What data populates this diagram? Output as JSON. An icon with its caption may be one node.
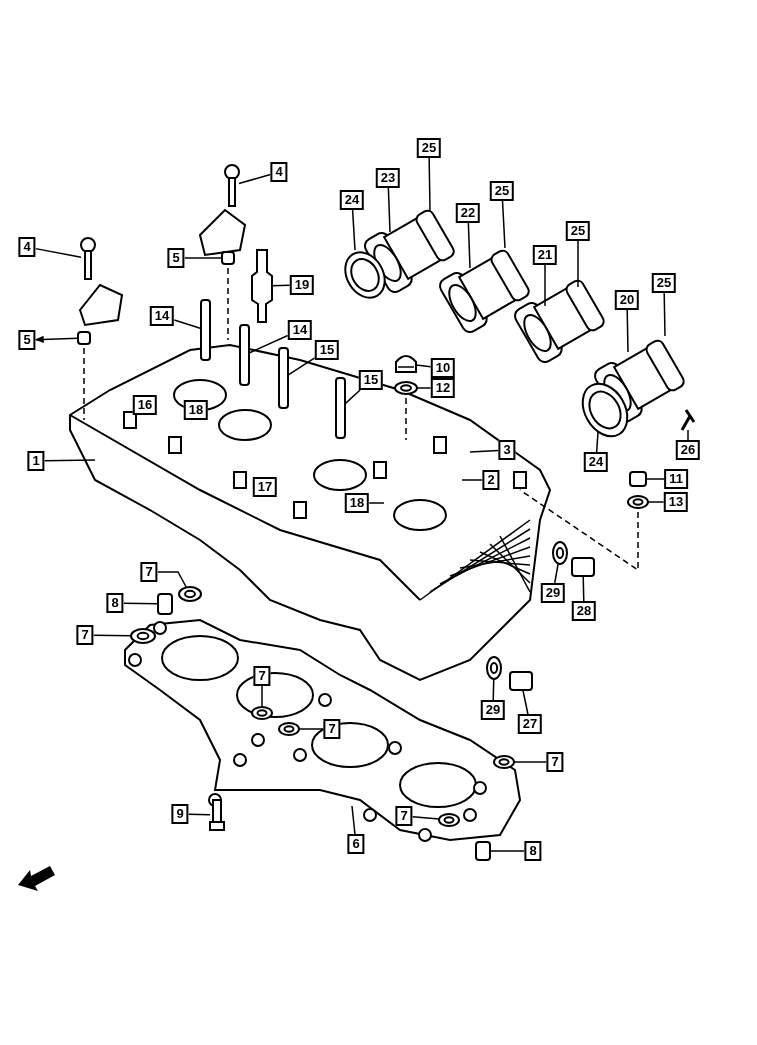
{
  "diagram": {
    "nodes": [
      {
        "text": [
          "4"
        ]
      },
      {
        "text": [
          "4"
        ]
      },
      {
        "text": [
          "5"
        ]
      },
      {
        "text": [
          "19"
        ]
      },
      {
        "text": [
          "14"
        ]
      },
      {
        "text": [
          "5"
        ]
      },
      {
        "text": [
          "14"
        ]
      },
      {
        "text": [
          "15"
        ]
      },
      {
        "text": [
          "15"
        ]
      },
      {
        "text": [
          "10"
        ]
      },
      {
        "text": [
          "12"
        ]
      },
      {
        "text": [
          "3"
        ]
      },
      {
        "text": [
          "2"
        ]
      },
      {
        "text": [
          "1"
        ]
      },
      {
        "text": [
          "18"
        ]
      },
      {
        "text": [
          "24"
        ]
      },
      {
        "text": [
          "23"
        ]
      },
      {
        "text": [
          "25"
        ]
      },
      {
        "text": [
          "22"
        ]
      },
      {
        "text": [
          "25"
        ]
      },
      {
        "text": [
          "21"
        ]
      },
      {
        "text": [
          "25"
        ]
      },
      {
        "text": [
          "20"
        ]
      },
      {
        "text": [
          "25"
        ]
      },
      {
        "text": [
          "24"
        ]
      },
      {
        "text": [
          "26"
        ]
      },
      {
        "text": [
          "11"
        ]
      },
      {
        "text": [
          "13"
        ]
      },
      {
        "text": [
          "7"
        ]
      },
      {
        "text": [
          "8"
        ]
      },
      {
        "text": [
          "7"
        ]
      },
      {
        "text": [
          "29"
        ]
      },
      {
        "text": [
          "28"
        ]
      },
      {
        "text": [
          "7"
        ]
      },
      {
        "text": [
          "7"
        ]
      },
      {
        "text": [
          "29"
        ]
      },
      {
        "text": [
          "27"
        ]
      },
      {
        "text": [
          "7"
        ]
      },
      {
        "text": [
          "9"
        ]
      },
      {
        "text": [
          "6"
        ]
      },
      {
        "text": [
          "7"
        ]
      },
      {
        "text": [
          "8"
        ]
      },
      {
        "text": [
          "16"
        ]
      },
      {
        "text": [
          "18"
        ]
      },
      {
        "text": [
          "17"
        ]
      },
      {
        "text": [],
        "shape": "picture"
      },
      {
        "text": [],
        "shape": "picture"
      },
      {
        "text": [],
        "shape": "box"
      },
      {
        "text": [],
        "shape": "picture"
      },
      {
        "text": [],
        "shape": "box"
      },
      {
        "text": [],
        "shape": "box"
      },
      {
        "text": [],
        "shape": "box"
      },
      {
        "text": [],
        "shape": "box"
      },
      {
        "text": [],
        "shape": "box"
      },
      {
        "text": [],
        "shape": "picture"
      },
      {
        "text": [],
        "shape": "picture"
      },
      {
        "text": [],
        "shape": "picture"
      },
      {
        "text": [],
        "shape": "box"
      },
      {
        "text": [],
        "shape": "picture"
      },
      {
        "text": [],
        "shape": "picture"
      },
      {
        "text": [],
        "shape": "box"
      },
      {
        "text": [],
        "shape": "picture"
      },
      {
        "text": [],
        "shape": "picture"
      },
      {
        "text": [],
        "shape": "box"
      },
      {
        "text": [],
        "shape": "picture"
      },
      {
        "text": [],
        "shape": "picture"
      },
      {
        "text": [],
        "shape": "picture"
      },
      {
        "text": [],
        "shape": "box"
      },
      {
        "text": [],
        "shape": "picture"
      },
      {
        "text": [],
        "shape": "picture"
      },
      {
        "text": [],
        "shape": "picture"
      },
      {
        "text": [],
        "shape": "box"
      }
    ],
    "edges": [
      {
        "from": 0,
        "to": 45,
        "arrow": "none"
      },
      {
        "from": 1,
        "to": 46,
        "arrow": "none"
      },
      {
        "from": 2,
        "to": 47,
        "arrow": "none"
      },
      {
        "from": 3,
        "to": 48,
        "arrow": "none"
      },
      {
        "from": 4,
        "to": 49,
        "arrow": "none"
      },
      {
        "from": 50,
        "to": 5,
        "arrow": "to"
      },
      {
        "from": 6,
        "to": 51,
        "arrow": "none"
      },
      {
        "from": 7,
        "to": 52,
        "arrow": "none"
      },
      {
        "from": 8,
        "to": 53,
        "arrow": "none"
      },
      {
        "from": 9,
        "to": 54,
        "arrow": "none"
      },
      {
        "from": 10,
        "to": 55,
        "arrow": "none"
      },
      {
        "from": 11,
        "to": null,
        "arrow": "none"
      },
      {
        "from": 12,
        "to": null,
        "arrow": "none"
      },
      {
        "from": 13,
        "to": null,
        "arrow": "none"
      },
      {
        "from": 14,
        "to": null,
        "arrow": "none"
      },
      {
        "from": 15,
        "to": null,
        "arrow": "none"
      },
      {
        "from": 16,
        "to": null,
        "arrow": "none"
      },
      {
        "from": 17,
        "to": null,
        "arrow": "none"
      },
      {
        "from": 18,
        "to": null,
        "arrow": "none"
      },
      {
        "from": 19,
        "to": null,
        "arrow": "none"
      },
      {
        "from": 20,
        "to": null,
        "arrow": "none"
      },
      {
        "from": 21,
        "to": null,
        "arrow": "none"
      },
      {
        "from": 22,
        "to": null,
        "arrow": "none"
      },
      {
        "from": 23,
        "to": null,
        "arrow": "none"
      },
      {
        "from": 24,
        "to": null,
        "arrow": "none"
      },
      {
        "from": 25,
        "to": 56,
        "arrow": "none"
      },
      {
        "from": 26,
        "to": 57,
        "arrow": "none"
      },
      {
        "from": 27,
        "to": 58,
        "arrow": "none"
      },
      {
        "from": 28,
        "to": 59,
        "arrow": "none"
      },
      {
        "from": 29,
        "to": 60,
        "arrow": "none"
      },
      {
        "from": 30,
        "to": 61,
        "arrow": "none"
      },
      {
        "from": 31,
        "to": 62,
        "arrow": "none"
      },
      {
        "from": 32,
        "to": 63,
        "arrow": "none"
      },
      {
        "from": 33,
        "to": 64,
        "arrow": "none"
      },
      {
        "from": 34,
        "to": 65,
        "arrow": "none"
      },
      {
        "from": 35,
        "to": 66,
        "arrow": "none"
      },
      {
        "from": 36,
        "to": 67,
        "arrow": "none"
      },
      {
        "from": 37,
        "to": 68,
        "arrow": "none"
      },
      {
        "from": 38,
        "to": 69,
        "arrow": "none"
      },
      {
        "from": 39,
        "to": null,
        "arrow": "none"
      },
      {
        "from": 40,
        "to": 70,
        "arrow": "none"
      },
      {
        "from": 41,
        "to": 71,
        "arrow": "none"
      }
    ]
  }
}
